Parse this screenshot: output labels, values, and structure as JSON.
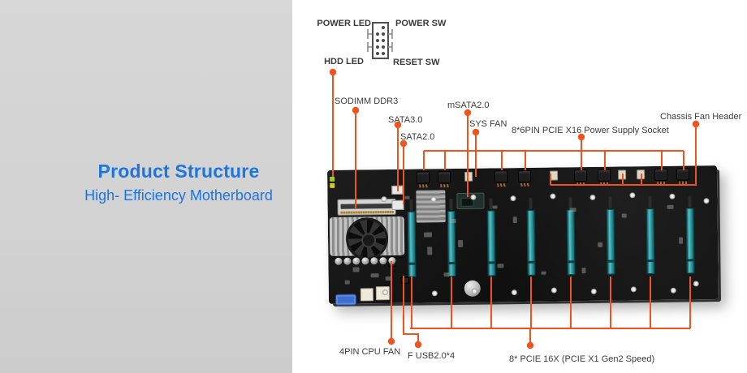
{
  "left_panel": {
    "title": "Product Structure",
    "subtitle": "High- Efficiency Motherboard"
  },
  "pin_diagram": {
    "power_led": "POWER LED",
    "power_sw": "POWER SW",
    "hdd_led": "HDD LED",
    "reset_sw": "RESET SW"
  },
  "callouts": {
    "sodimm": "SODIMM DDR3",
    "sata3": "SATA3.0",
    "sata2": "SATA2.0",
    "msata": "mSATA2.0",
    "sys_fan": "SYS FAN",
    "psu": "8*6PIN PCIE X16 Power Supply Socket",
    "chassis": "Chassis Fan Header",
    "cpu_fan": "4PIN CPU FAN",
    "f_usb": "F USB2.0*4",
    "pcie": "8* PCIE 16X (PCIE X1 Gen2 Speed)"
  },
  "colors": {
    "accent": "#F0541E",
    "title_blue": "#1B76E0",
    "board_black": "#131313",
    "slot_teal": "#2E9FA6",
    "panel_gray": "#D4D4D4"
  }
}
